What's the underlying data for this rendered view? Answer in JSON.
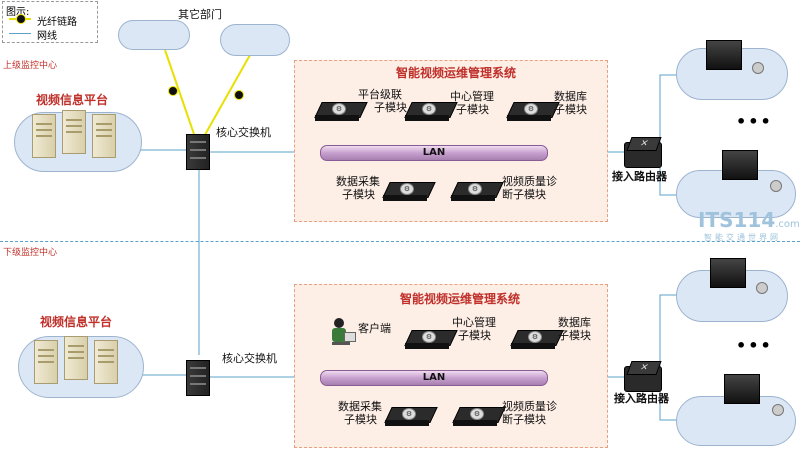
{
  "legend": {
    "title": "图示:",
    "items": [
      {
        "icon": "fiber-link-icon",
        "label": "光纤链路"
      },
      {
        "icon": "network-line-icon",
        "label": "网线"
      }
    ]
  },
  "colors": {
    "fiber_link": "#e8e000",
    "network_line": "#5aa0c8",
    "zone_fill": "#fdeee6",
    "zone_title": "#c0302a",
    "region_label": "#c0302a",
    "lan_bar": "#c7a0cf"
  },
  "top": {
    "region_label": "上级监控中心",
    "other_departments": "其它部门",
    "video_platform": "视频信息平台",
    "core_switch": "核心交换机",
    "zone_title": "智能视频运维管理系统",
    "lan": "LAN",
    "modules": [
      {
        "label_line1": "平台级联",
        "label_line2": "子模块"
      },
      {
        "label_line1": "中心管理",
        "label_line2": "子模块"
      },
      {
        "label_line1": "数据库",
        "label_line2": "子模块"
      },
      {
        "label_line1": "数据采集",
        "label_line2": "子模块"
      },
      {
        "label_line1": "视频质量诊",
        "label_line2": "断子模块"
      }
    ],
    "access_router": "接入路由器",
    "ellipsis": "•••"
  },
  "bottom": {
    "region_label": "下级监控中心",
    "video_platform": "视频信息平台",
    "core_switch": "核心交换机",
    "zone_title": "智能视频运维管理系统",
    "client": "客户端",
    "lan": "LAN",
    "modules": [
      {
        "label_line1": "中心管理",
        "label_line2": "子模块"
      },
      {
        "label_line1": "数据库",
        "label_line2": "子模块"
      },
      {
        "label_line1": "数据采集",
        "label_line2": "子模块"
      },
      {
        "label_line1": "视频质量诊",
        "label_line2": "断子模块"
      }
    ],
    "access_router": "接入路由器",
    "ellipsis": "•••"
  },
  "watermark": {
    "brand": "ITS114",
    "suffix": ".com",
    "tagline": "智能交通世界网"
  }
}
